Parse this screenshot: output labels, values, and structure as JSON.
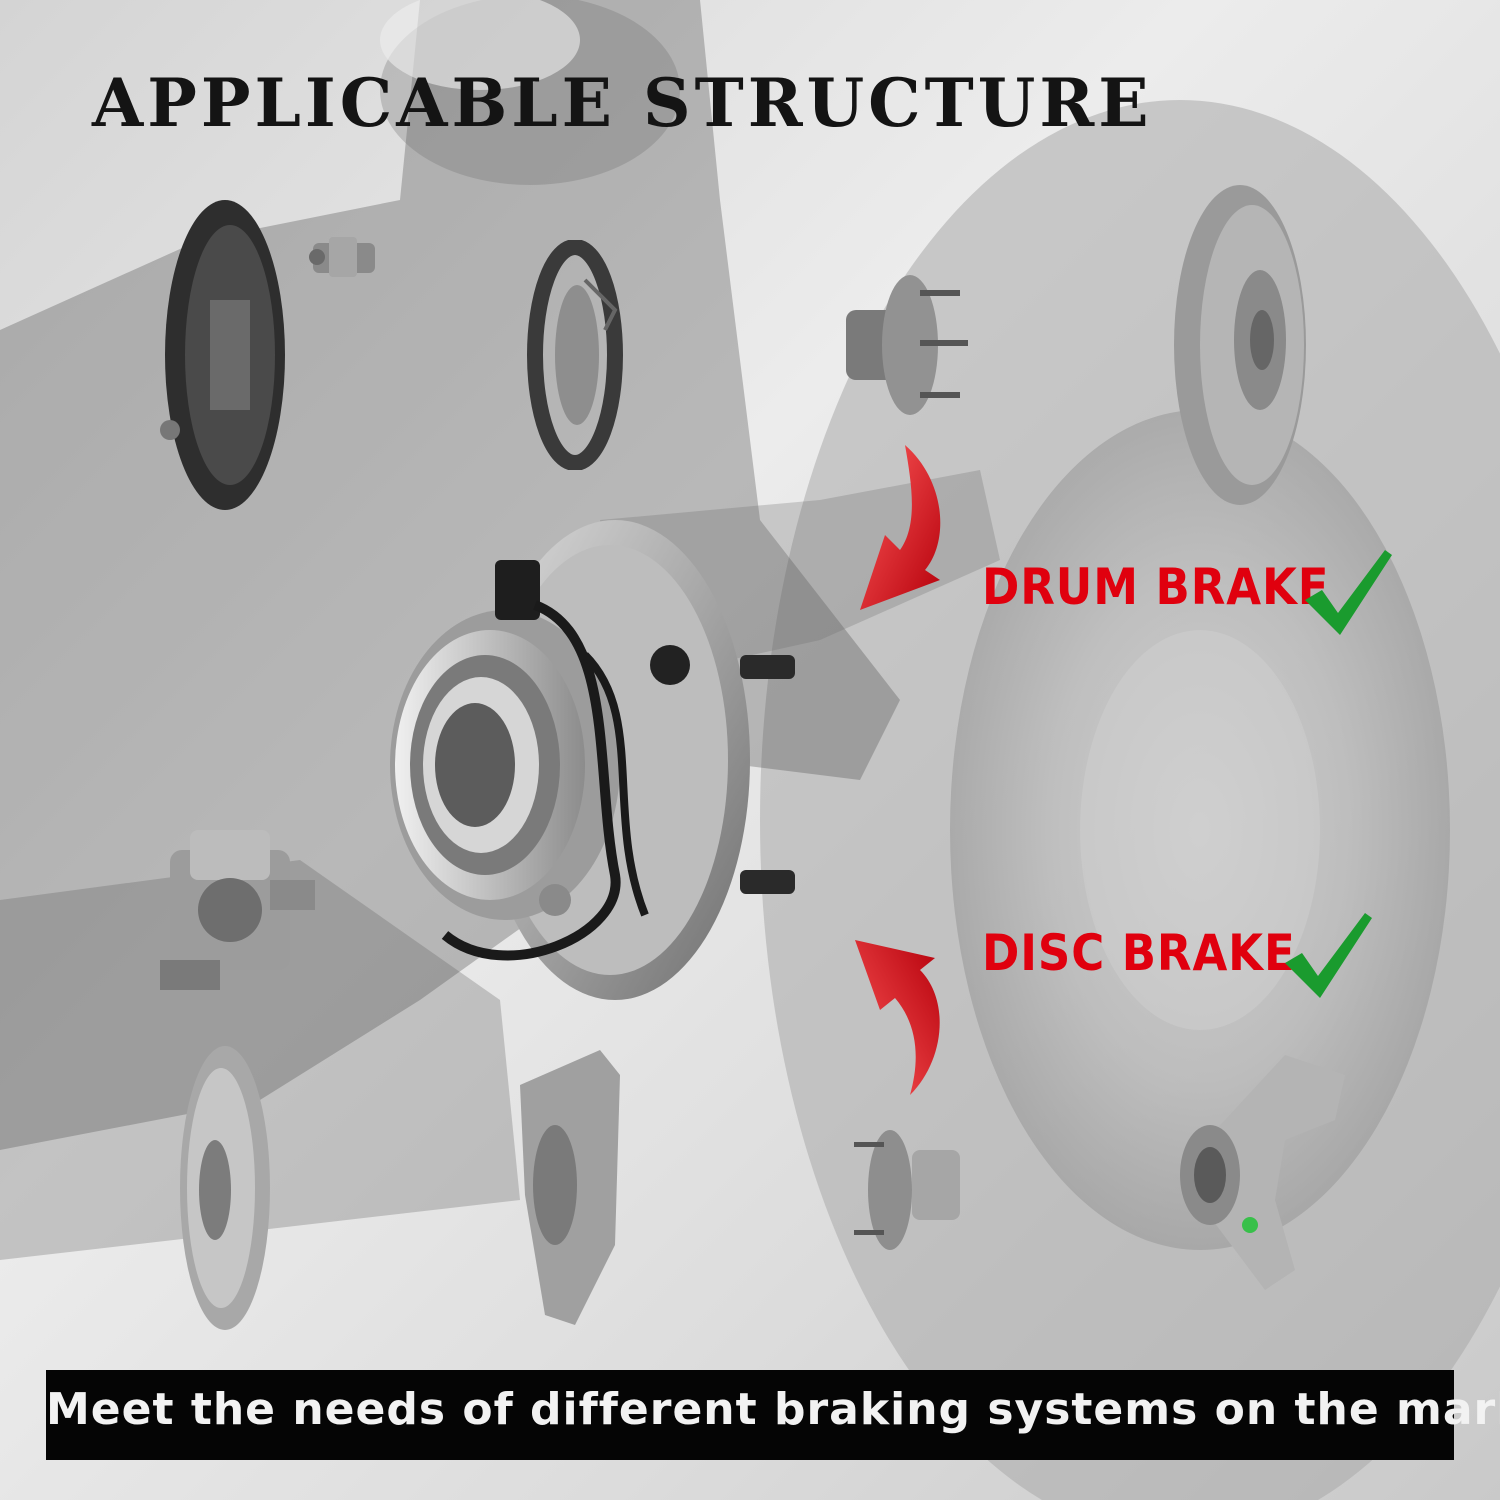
{
  "title": "APPLICABLE STRUCTURE",
  "labels": {
    "drum": "DRUM BRAKE",
    "disc": "DISC BRAKE"
  },
  "banner": "Meet the needs of different braking systems on the market",
  "colors": {
    "label_red": "#e0000e",
    "check_green": "#1a9b2e",
    "banner_bg": "#050505",
    "banner_text": "#f2f2f2",
    "arrow_red": "#d80010"
  },
  "icons": {
    "drum_check": "check-icon",
    "disc_check": "check-icon",
    "drum_arrow": "curved-arrow-down-icon",
    "disc_arrow": "curved-arrow-up-icon"
  }
}
